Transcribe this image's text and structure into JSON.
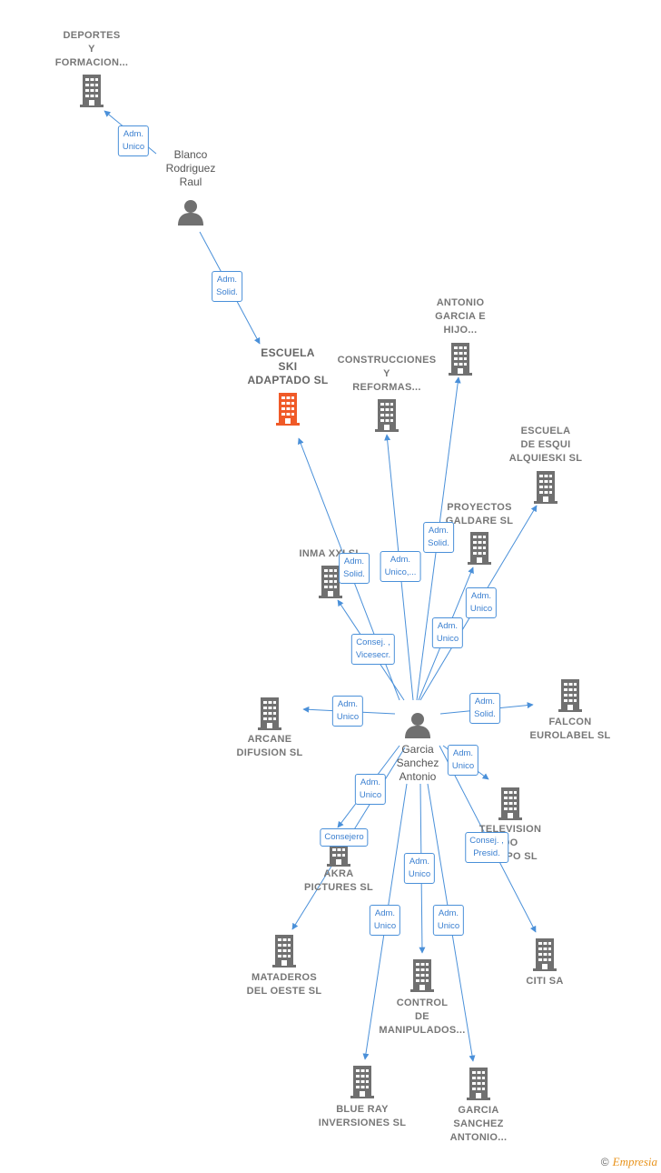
{
  "nodes": [
    {
      "id": "deportes",
      "type": "company",
      "label": "DEPORTES\nY\nFORMACION..."
    },
    {
      "id": "blanco",
      "type": "person",
      "label": "Blanco\nRodriguez\nRaul"
    },
    {
      "id": "escuela_ski",
      "type": "company",
      "main": true,
      "label": "ESCUELA\nSKI\nADAPTADO SL"
    },
    {
      "id": "construcciones",
      "type": "company",
      "label": "CONSTRUCCIONES\nY\nREFORMAS..."
    },
    {
      "id": "antonio_garcia",
      "type": "company",
      "label": "ANTONIO\nGARCIA E\nHIJO..."
    },
    {
      "id": "escuela_esqui",
      "type": "company",
      "label": "ESCUELA\nDE ESQUI\nALQUIESKI SL"
    },
    {
      "id": "proyectos",
      "type": "company",
      "label": "PROYECTOS\nGALDARE SL"
    },
    {
      "id": "inma",
      "type": "company",
      "label": "INMA XXI SL"
    },
    {
      "id": "arcane",
      "type": "company",
      "label": "ARCANE\nDIFUSION SL"
    },
    {
      "id": "falcon",
      "type": "company",
      "label": "FALCON\nEUROLABEL SL"
    },
    {
      "id": "garcia",
      "type": "person",
      "label": "Garcia\nSanchez\nAntonio"
    },
    {
      "id": "television",
      "type": "company",
      "label": "TELEVISION\nDO\nGRUPO SL"
    },
    {
      "id": "akra",
      "type": "company",
      "label": "AKRA\nPICTURES SL"
    },
    {
      "id": "mataderos",
      "type": "company",
      "label": "MATADEROS\nDEL OESTE SL"
    },
    {
      "id": "control",
      "type": "company",
      "label": "CONTROL\nDE\nMANIPULADOS..."
    },
    {
      "id": "citi",
      "type": "company",
      "label": "CITI SA"
    },
    {
      "id": "bluray",
      "type": "company",
      "label": "BLUE RAY\nINVERSIONES SL"
    },
    {
      "id": "garcia_sanchez_co",
      "type": "company",
      "label": "GARCIA\nSANCHEZ\nANTONIO..."
    }
  ],
  "edges": [
    {
      "from": "blanco",
      "to": "deportes",
      "label": "Adm.\nUnico"
    },
    {
      "from": "blanco",
      "to": "escuela_ski",
      "label": "Adm.\nSolid."
    },
    {
      "from": "garcia",
      "to": "escuela_ski",
      "label": "Adm.\nSolid."
    },
    {
      "from": "garcia",
      "to": "construcciones",
      "label": "Adm.\nUnico,..."
    },
    {
      "from": "garcia",
      "to": "antonio_garcia",
      "label": "Adm.\nSolid."
    },
    {
      "from": "garcia",
      "to": "escuela_esqui",
      "label": "Adm.\nUnico"
    },
    {
      "from": "garcia",
      "to": "proyectos",
      "label": "Adm.\nUnico"
    },
    {
      "from": "garcia",
      "to": "inma",
      "label": "Consej. ,\nVicesecr."
    },
    {
      "from": "garcia",
      "to": "arcane",
      "label": "Adm.\nUnico"
    },
    {
      "from": "garcia",
      "to": "falcon",
      "label": "Adm.\nSolid."
    },
    {
      "from": "garcia",
      "to": "television",
      "label": "Adm.\nUnico"
    },
    {
      "from": "garcia",
      "to": "akra",
      "label": "Adm.\nUnico"
    },
    {
      "from": "garcia",
      "to": "mataderos",
      "label": "Consejero"
    },
    {
      "from": "garcia",
      "to": "control",
      "label": "Adm.\nUnico"
    },
    {
      "from": "garcia",
      "to": "citi",
      "label": "Consej. ,\nPresid."
    },
    {
      "from": "garcia",
      "to": "bluray",
      "label": "Adm.\nUnico"
    },
    {
      "from": "garcia",
      "to": "garcia_sanchez_co",
      "label": "Adm.\nUnico"
    }
  ],
  "colors": {
    "edge": "#4a90d9",
    "company": "#707070",
    "main_company": "#f05a28",
    "person": "#707070"
  },
  "footer": {
    "copyright": "©",
    "brand": "Empresia"
  }
}
